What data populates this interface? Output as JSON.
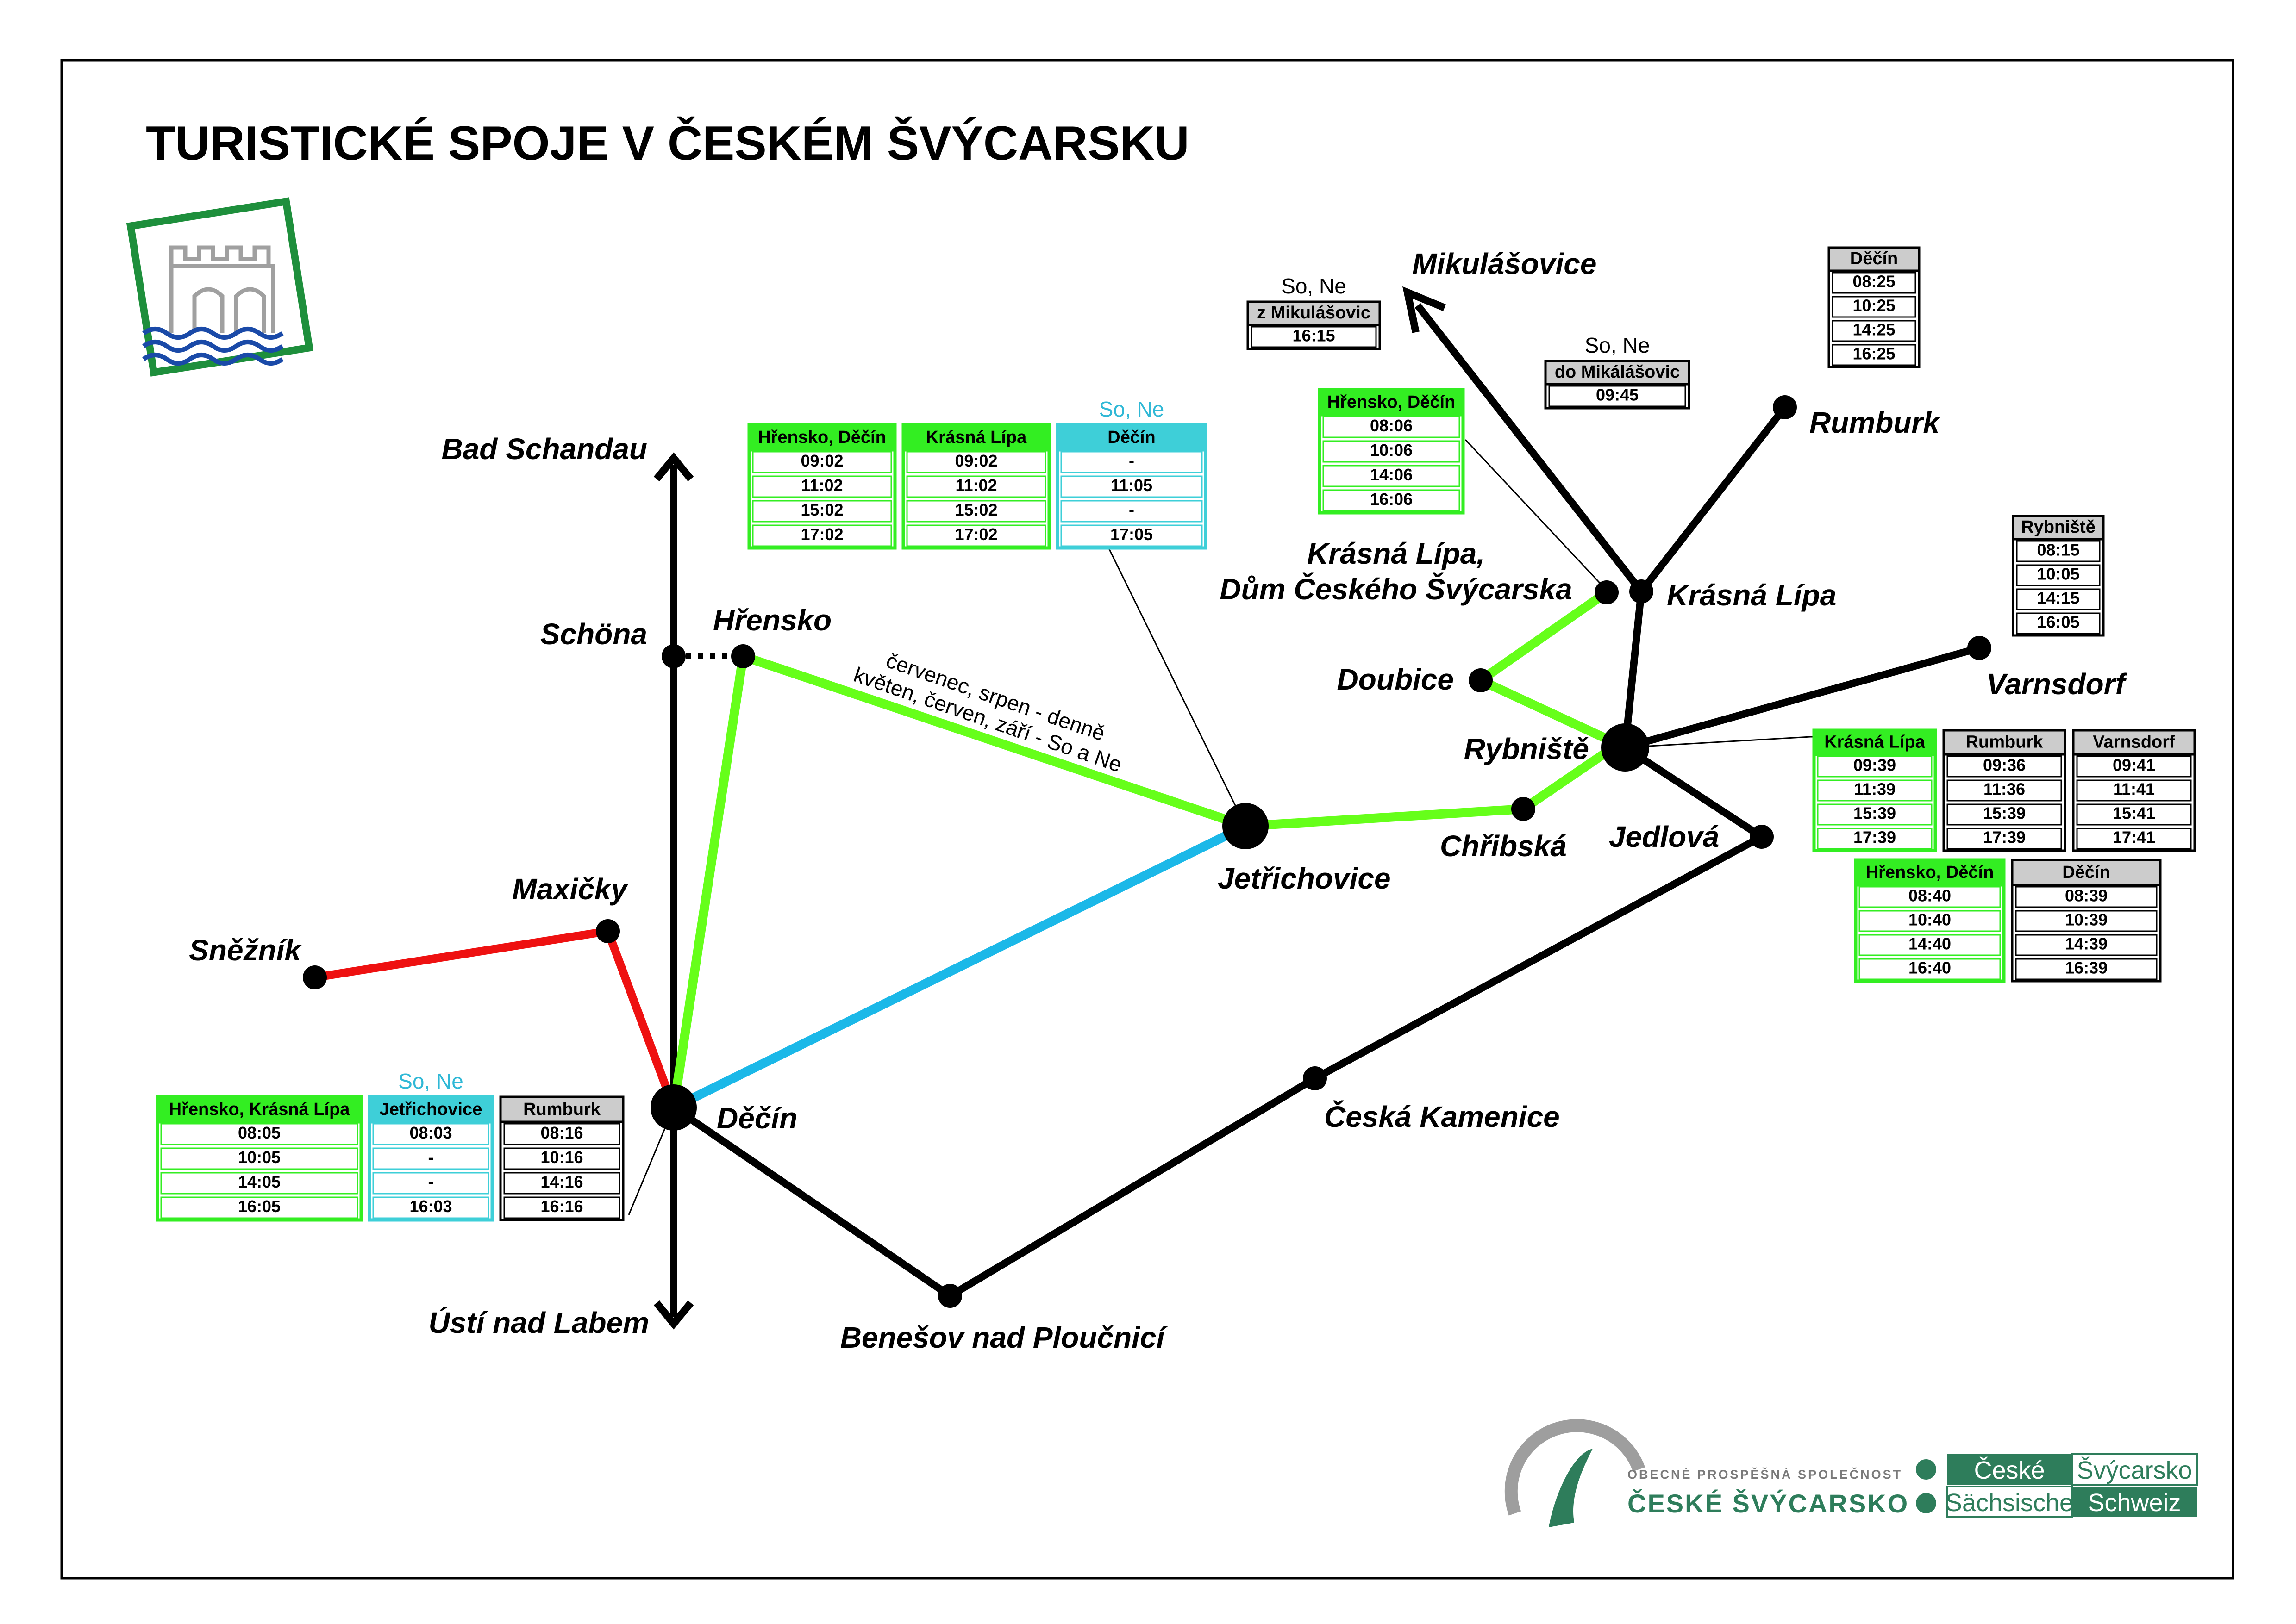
{
  "title": "TURISTICKÉ SPOJE V ČESKÉM ŠVÝCARSKU",
  "colors": {
    "green": "#66ff1a",
    "cyan": "#1bb8e8",
    "red": "#ee1111",
    "black": "#000000",
    "table_green": "#33ee22",
    "table_cyan": "#3ecfd8",
    "table_gray": "#cccccc",
    "brand_green": "#2e7d5b"
  },
  "places": {
    "bad_schandau": "Bad Schandau",
    "schona": "Schöna",
    "hrensko": "Hřensko",
    "maxicky": "Maxičky",
    "sneznik": "Sněžník",
    "decin": "Děčín",
    "usti": "Ústí nad Labem",
    "jetrichovice": "Jetřichovice",
    "chribska": "Chřibská",
    "doubice": "Doubice",
    "kl_dum_1": "Krásná Lípa,",
    "kl_dum_2": "Dům Českého Švýcarska",
    "krasna_lipa": "Krásná Lípa",
    "mikulasovice": "Mikulášovice",
    "rumburk": "Rumburk",
    "varnsdorf": "Varnsdorf",
    "rybniste": "Rybniště",
    "jedlova": "Jedlová",
    "ceska_kamenice": "Česká Kamenice",
    "benesov": "Benešov nad Ploučnicí"
  },
  "route_note": {
    "line1": "červenec, srpen - denně",
    "line2": "květen, červen, září - So a Ne"
  },
  "timetables": {
    "jetrichovice": {
      "caption": "So, Ne",
      "columns": [
        {
          "header": "Hřensko, Děčín",
          "color": "green",
          "times": [
            "09:02",
            "11:02",
            "15:02",
            "17:02"
          ]
        },
        {
          "header": "Krásná Lípa",
          "color": "green",
          "times": [
            "09:02",
            "11:02",
            "15:02",
            "17:02"
          ]
        },
        {
          "header": "Děčín",
          "color": "cyan",
          "times": [
            "-",
            "11:05",
            "-",
            "17:05"
          ]
        }
      ]
    },
    "decin": {
      "caption": "So, Ne",
      "columns": [
        {
          "header": "Hřensko, Krásná Lípa",
          "color": "green",
          "times": [
            "08:05",
            "10:05",
            "14:05",
            "16:05"
          ]
        },
        {
          "header": "Jetřichovice",
          "color": "cyan",
          "times": [
            "08:03",
            "-",
            "-",
            "16:03"
          ]
        },
        {
          "header": "Rumburk",
          "color": "gray",
          "times": [
            "08:16",
            "10:16",
            "14:16",
            "16:16"
          ]
        }
      ]
    },
    "kl_dum": {
      "columns": [
        {
          "header": "Hřensko, Děčín",
          "color": "green",
          "times": [
            "08:06",
            "10:06",
            "14:06",
            "16:06"
          ]
        }
      ]
    },
    "z_mikulasovic": {
      "caption": "So, Ne",
      "columns": [
        {
          "header": "z Mikulášovic",
          "color": "gray",
          "times": [
            "16:15"
          ]
        }
      ]
    },
    "do_mikulasovic": {
      "caption": "So, Ne",
      "columns": [
        {
          "header": "do Mikálášovic",
          "color": "gray",
          "times": [
            "09:45"
          ]
        }
      ]
    },
    "rumburk": {
      "columns": [
        {
          "header": "Děčín",
          "color": "gray",
          "times": [
            "08:25",
            "10:25",
            "14:25",
            "16:25"
          ]
        }
      ]
    },
    "varnsdorf": {
      "columns": [
        {
          "header": "Rybniště",
          "color": "gray",
          "times": [
            "08:15",
            "10:05",
            "14:15",
            "16:05"
          ]
        }
      ]
    },
    "rybniste": {
      "columns": [
        {
          "header": "Krásná Lípa",
          "color": "green",
          "times": [
            "09:39",
            "11:39",
            "15:39",
            "17:39"
          ]
        },
        {
          "header": "Rumburk",
          "color": "gray",
          "times": [
            "09:36",
            "11:36",
            "15:39",
            "17:39"
          ]
        },
        {
          "header": "Varnsdorf",
          "color": "gray",
          "times": [
            "09:41",
            "11:41",
            "15:41",
            "17:41"
          ]
        }
      ]
    },
    "jedlova": {
      "columns": [
        {
          "header": "Hřensko, Děčín",
          "color": "green",
          "times": [
            "08:40",
            "10:40",
            "14:40",
            "16:40"
          ]
        },
        {
          "header": "Děčín",
          "color": "gray",
          "times": [
            "08:39",
            "10:39",
            "14:39",
            "16:39"
          ]
        }
      ]
    }
  },
  "footer": {
    "ops_small": "OBECNÉ PROSPĚŠNÁ SPOLEČNOST",
    "ops_big": "ČESKÉ ŠVÝCARSKO",
    "partner": {
      "ceske": "České",
      "svycarsko": "Švýcarsko",
      "sachsische": "Sächsische",
      "schweiz": "Schweiz"
    }
  }
}
